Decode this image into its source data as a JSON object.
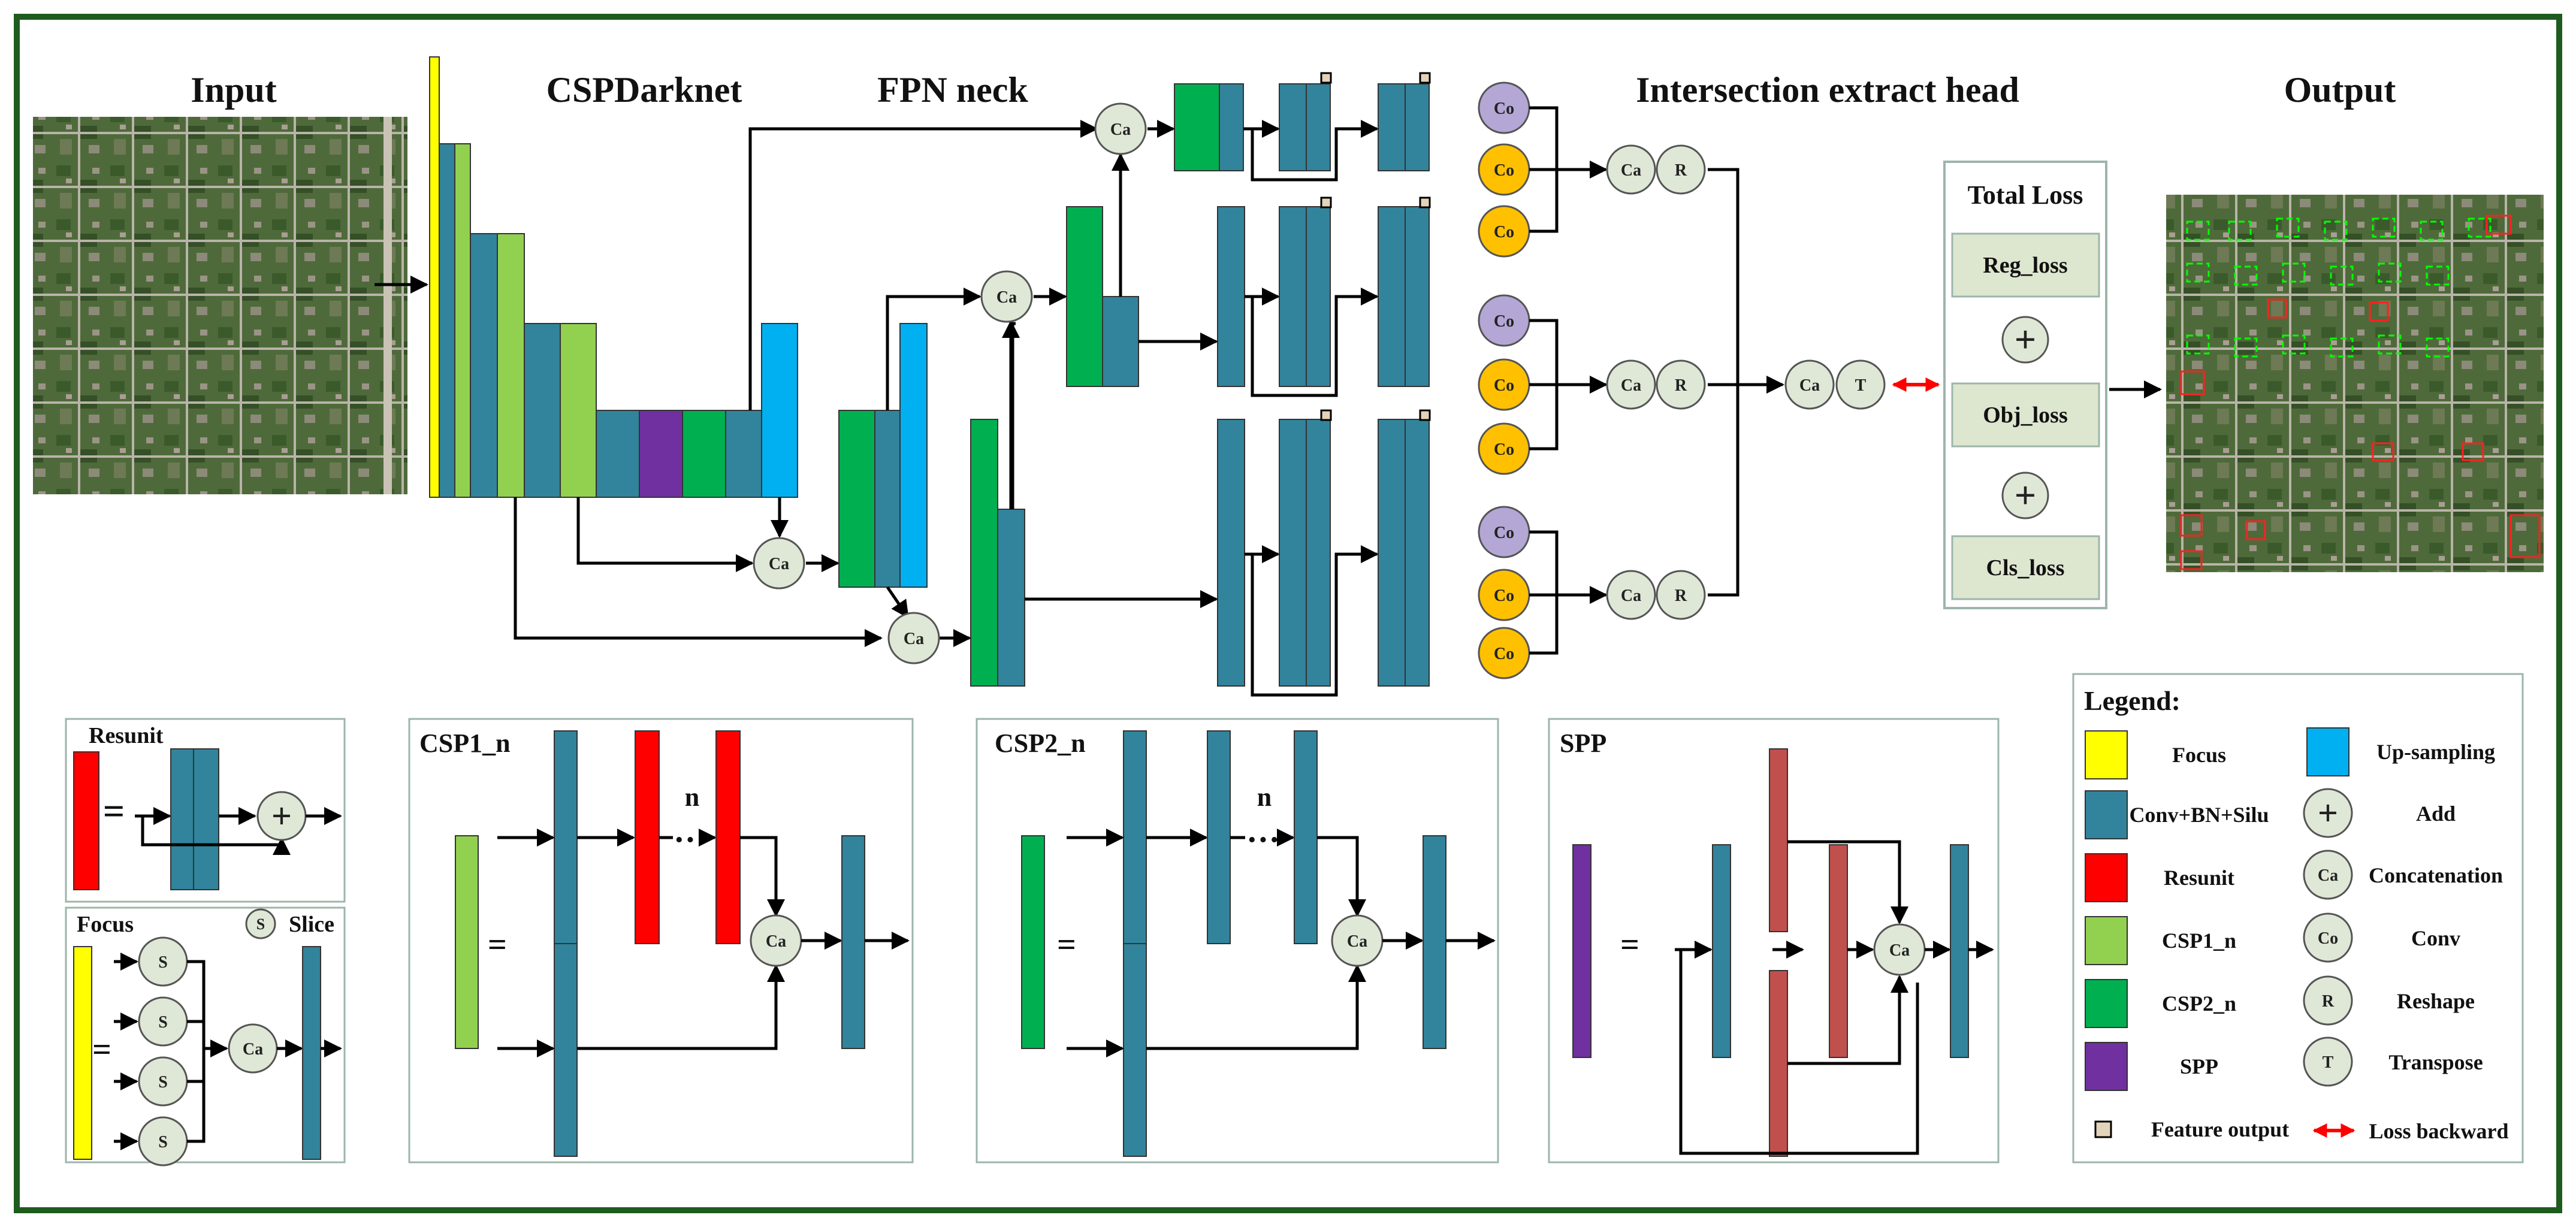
{
  "titles": {
    "input": "Input",
    "backbone": "CSPDarknet",
    "neck": "FPN neck",
    "head": "Intersection extract head",
    "output": "Output"
  },
  "node_labels": {
    "concat": "Ca",
    "conv": "Co",
    "reshape": "R",
    "transpose": "T",
    "slice": "S",
    "add": "+"
  },
  "loss": {
    "title": "Total Loss",
    "items": [
      "Reg_loss",
      "Obj_loss",
      "Cls_loss"
    ]
  },
  "modules": {
    "resunit": "Resunit",
    "focus": "Focus",
    "slice_label": "Slice",
    "csp1": "CSP1_n",
    "csp2": "CSP2_n",
    "spp": "SPP",
    "n_label": "n",
    "ellipsis": "···",
    "equals": "="
  },
  "legend": {
    "title": "Legend:",
    "left": [
      {
        "label": "Focus",
        "color": "#ffff00"
      },
      {
        "label": "Conv+BN+Silu",
        "color": "#31849b"
      },
      {
        "label": "Resunit",
        "color": "#ff0000"
      },
      {
        "label": "CSP1_n",
        "color": "#92d050"
      },
      {
        "label": "CSP2_n",
        "color": "#00b050"
      },
      {
        "label": "SPP",
        "color": "#7030a0"
      }
    ],
    "right": [
      {
        "label": "Up-sampling",
        "symbol": "",
        "color": "#00b0f0"
      },
      {
        "label": "Add",
        "symbol": "+",
        "color": "#dfe8d6"
      },
      {
        "label": "Concatenation",
        "symbol": "Ca",
        "color": "#dfe8d6"
      },
      {
        "label": "Conv",
        "symbol": "Co",
        "color": "#dfe8d6"
      },
      {
        "label": "Reshape",
        "symbol": "R",
        "color": "#dfe8d6"
      },
      {
        "label": "Transpose",
        "symbol": "T",
        "color": "#dfe8d6"
      }
    ],
    "feature_output": "Feature output",
    "loss_backward": "Loss backward"
  },
  "colors": {
    "focus": "#ffff00",
    "conv": "#31849b",
    "resunit": "#ff0000",
    "csp1": "#92d050",
    "csp2": "#00b050",
    "spp": "#7030a0",
    "upsample": "#00b0f0",
    "spp_pool": "#c0504d",
    "node_fill": "#dfe8d6",
    "conv_purple": "#b4a7d6",
    "conv_orange": "#ffc000",
    "frame": "#1e5b1e"
  }
}
